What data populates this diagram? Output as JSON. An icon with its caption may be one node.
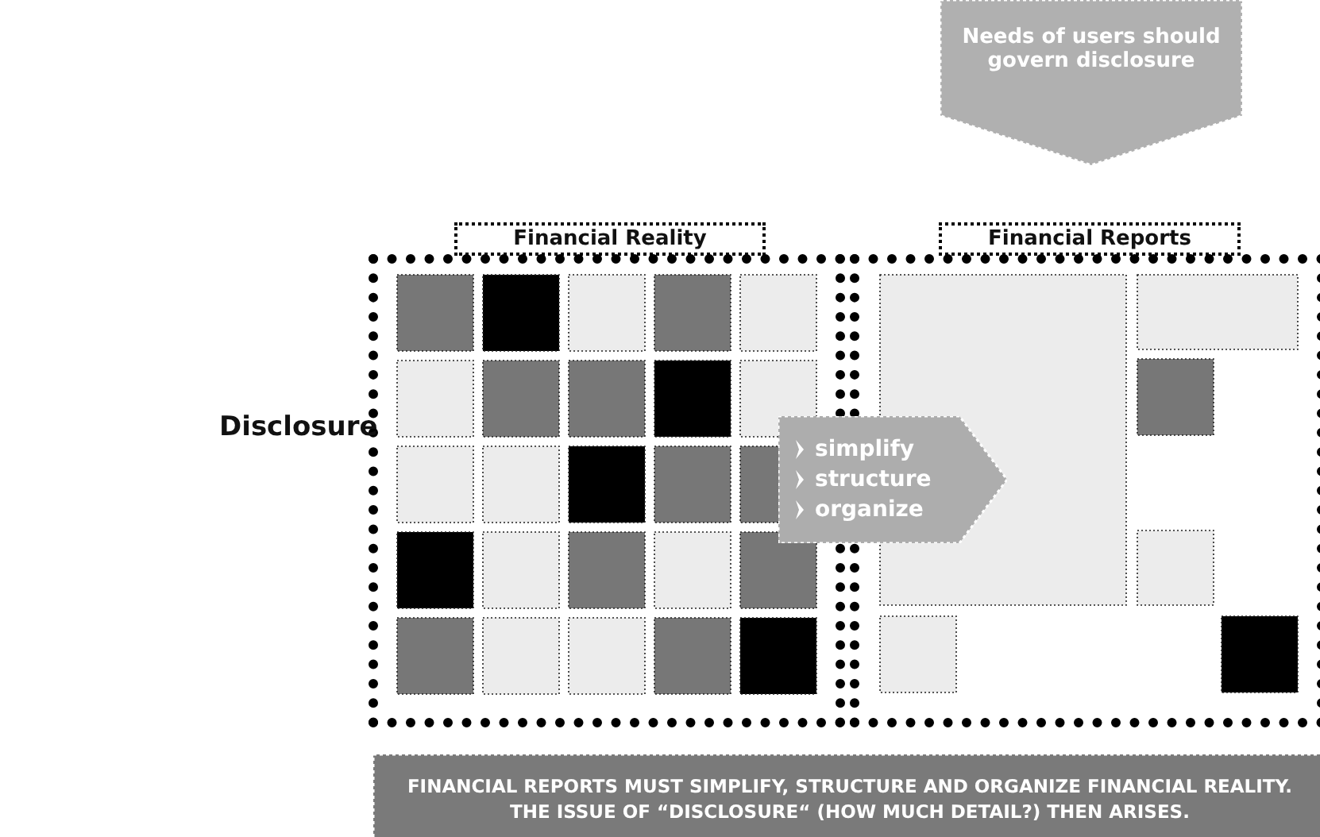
{
  "diagram": {
    "nodes": [
      {
        "text": [
          "Needs of users should govern disclosure"
        ]
      },
      {
        "text": [
          "Financial Reality"
        ]
      },
      {
        "text": [
          "Financial Reports"
        ]
      },
      {
        "text": [],
        "shape": "box"
      },
      {
        "text": [],
        "shape": "box"
      },
      {
        "text": [
          "simplify",
          "structure",
          "organize"
        ]
      },
      {
        "text": [
          "FINANCIAL REPORTS MUST SIMPLIFY, STRUCTURE AND ORGANIZE FINANCIAL REALITY. THE ISSUE OF “DISCLOSURE“ (HOW MUCH DETAIL?) THEN ARISES."
        ]
      }
    ],
    "labels": [
      "Disclosure"
    ]
  }
}
